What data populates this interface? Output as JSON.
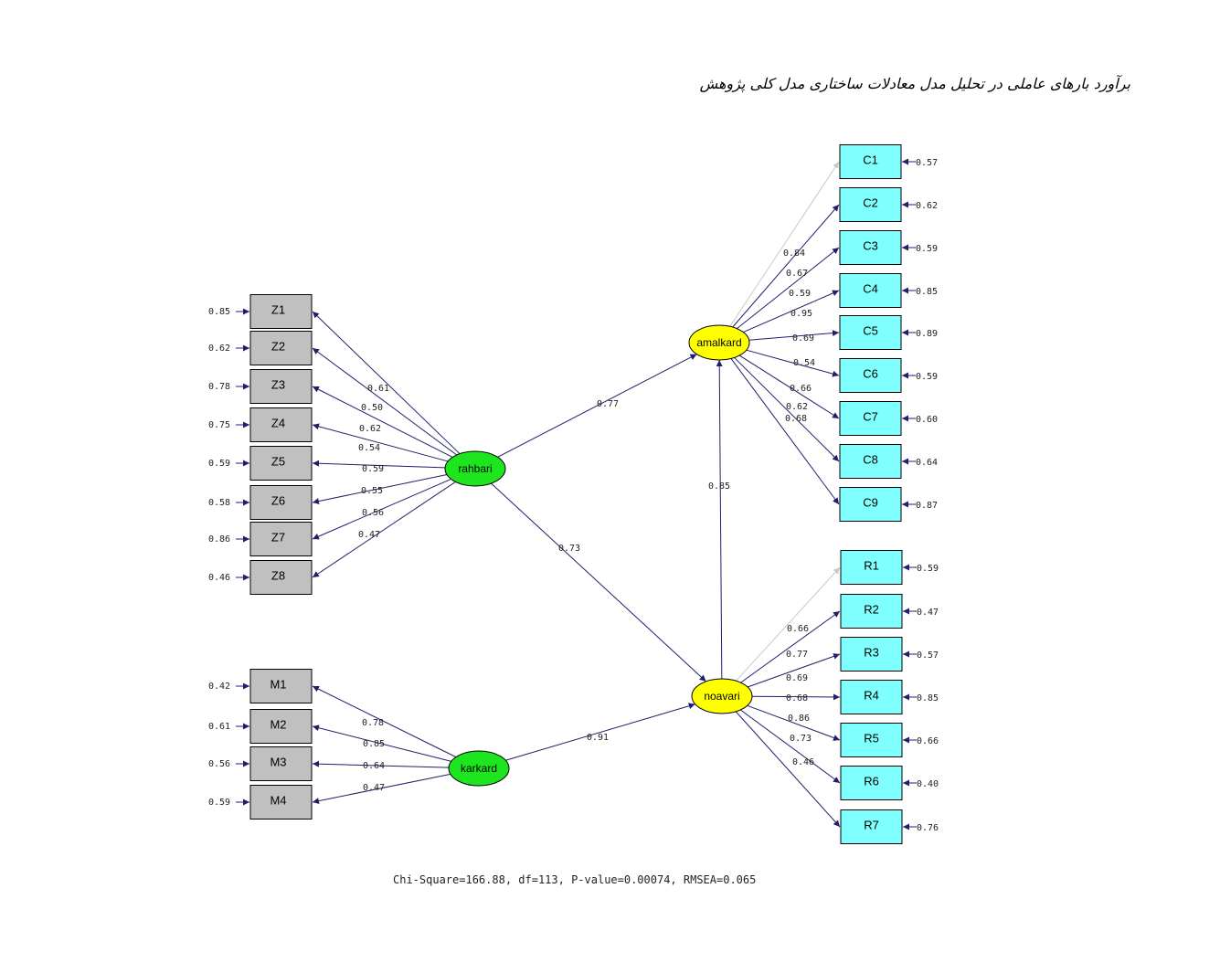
{
  "caption": "برآورد بارهای عاملی در تحلیل مدل معادلات ساختاری مدل کلی پژوهش",
  "fit_stats": "Chi-Square=166.88, df=113, P-value=0.00074, RMSEA=0.065",
  "colors": {
    "exogenous_latent": "#1ee61e",
    "endogenous_latent": "#ffff00",
    "left_indicator": "#c0c0c0",
    "right_indicator": "#80ffff",
    "path": "#1f1f6b",
    "fixed_path": "#c8c8c8"
  },
  "latents": {
    "rahbari": "rahbari",
    "karkard": "karkard",
    "amalkard": "amalkard",
    "noavari": "noavari"
  },
  "structural": {
    "rahbari_amalkard": "0.77",
    "rahbari_noavari": "0.73",
    "karkard_noavari": "0.91",
    "noavari_amalkard": "0.85"
  },
  "Z": [
    {
      "name": "Z1",
      "loading": "0.61",
      "error": "0.85"
    },
    {
      "name": "Z2",
      "loading": "0.50",
      "error": "0.62"
    },
    {
      "name": "Z3",
      "loading": "0.62",
      "error": "0.78"
    },
    {
      "name": "Z4",
      "loading": "0.54",
      "error": "0.75"
    },
    {
      "name": "Z5",
      "loading": "0.59",
      "error": "0.59"
    },
    {
      "name": "Z6",
      "loading": "0.55",
      "error": "0.58"
    },
    {
      "name": "Z7",
      "loading": "0.56",
      "error": "0.86"
    },
    {
      "name": "Z8",
      "loading": "0.47",
      "error": "0.46"
    }
  ],
  "M": [
    {
      "name": "M1",
      "loading": "0.78",
      "error": "0.42"
    },
    {
      "name": "M2",
      "loading": "0.85",
      "error": "0.61"
    },
    {
      "name": "M3",
      "loading": "0.64",
      "error": "0.56"
    },
    {
      "name": "M4",
      "loading": "0.47",
      "error": "0.59"
    }
  ],
  "C": [
    {
      "name": "C1",
      "loading": "0.84",
      "error": "0.57"
    },
    {
      "name": "C2",
      "loading": "0.67",
      "error": "0.62"
    },
    {
      "name": "C3",
      "loading": "0.59",
      "error": "0.59"
    },
    {
      "name": "C4",
      "loading": "0.95",
      "error": "0.85"
    },
    {
      "name": "C5",
      "loading": "0.69",
      "error": "0.89"
    },
    {
      "name": "C6",
      "loading": "0.54",
      "error": "0.59"
    },
    {
      "name": "C7",
      "loading": "0.66",
      "error": "0.60"
    },
    {
      "name": "C8",
      "loading": "0.62",
      "error": "0.64"
    },
    {
      "name": "C9",
      "loading": "0.68",
      "error": "0.87"
    }
  ],
  "R": [
    {
      "name": "R1",
      "loading": "0.66",
      "error": "0.59"
    },
    {
      "name": "R2",
      "loading": "0.77",
      "error": "0.47"
    },
    {
      "name": "R3",
      "loading": "0.69",
      "error": "0.57"
    },
    {
      "name": "R4",
      "loading": "0.68",
      "error": "0.85"
    },
    {
      "name": "R5",
      "loading": "0.86",
      "error": "0.66"
    },
    {
      "name": "R6",
      "loading": "0.73",
      "error": "0.40"
    },
    {
      "name": "R7",
      "loading": "0.46",
      "error": "0.76"
    }
  ]
}
